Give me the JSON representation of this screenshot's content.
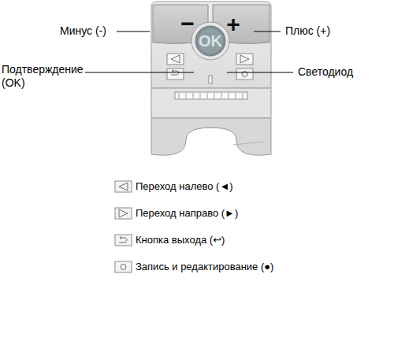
{
  "diagram": {
    "labels": [
      "Минус (-)",
      "Плюс (+)",
      "Подтверждение (OK)",
      "Светодиод",
      "−",
      "+",
      "OK"
    ],
    "legend": [
      {
        "text": "Переход налево (◄)"
      },
      {
        "text": "Переход направо (►)"
      },
      {
        "text": "Кнопка выхода (↩)"
      },
      {
        "text": "Запись и редактирование (●)"
      }
    ]
  }
}
